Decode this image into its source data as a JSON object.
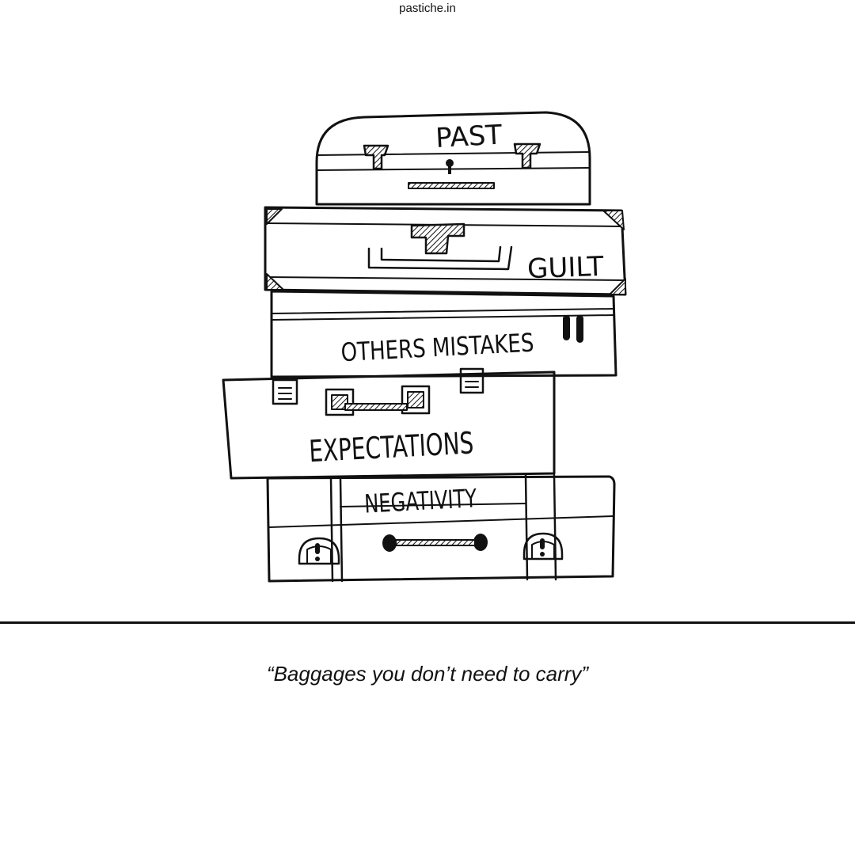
{
  "header": {
    "site": "pastiche.in"
  },
  "illustration": {
    "suitcases": [
      {
        "label": "PAST"
      },
      {
        "label": "GUILT"
      },
      {
        "label": "OTHERS MISTAKES"
      },
      {
        "label": "EXPECTATIONS"
      },
      {
        "label": "NEGATIVITY"
      }
    ]
  },
  "caption": {
    "text": "“Baggages you don’t need to carry”"
  },
  "colors": {
    "ink": "#111111",
    "background": "#ffffff"
  }
}
